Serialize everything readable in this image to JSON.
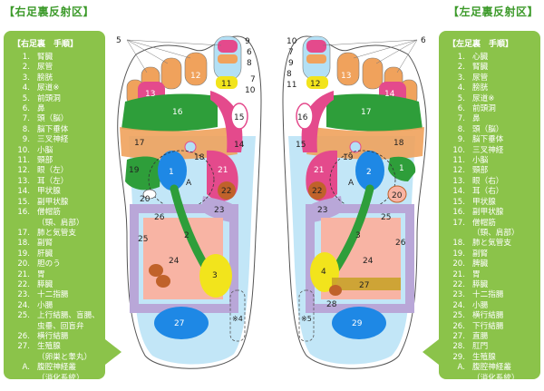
{
  "right_foot": {
    "title": "【右足裏反射区】",
    "legend_title": "【右足裏　手順】",
    "items": [
      {
        "num": "1.",
        "label": "腎臓"
      },
      {
        "num": "2.",
        "label": "尿管"
      },
      {
        "num": "3.",
        "label": "膀胱"
      },
      {
        "num": "4.",
        "label": "尿道※"
      },
      {
        "num": "5.",
        "label": "前頭洞"
      },
      {
        "num": "6.",
        "label": "鼻"
      },
      {
        "num": "7.",
        "label": "頭（脳）"
      },
      {
        "num": "8.",
        "label": "脳下垂体"
      },
      {
        "num": "9.",
        "label": "三叉神経"
      },
      {
        "num": "10.",
        "label": "小脳"
      },
      {
        "num": "11.",
        "label": "頸部"
      },
      {
        "num": "12.",
        "label": "眼（左）"
      },
      {
        "num": "13.",
        "label": "耳（左）"
      },
      {
        "num": "14.",
        "label": "甲状腺"
      },
      {
        "num": "15.",
        "label": "副甲状腺"
      },
      {
        "num": "16.",
        "label": "僧帽筋"
      },
      {
        "num": "",
        "label": "（頸、肩部）",
        "sub": true
      },
      {
        "num": "17.",
        "label": "肺と気管支"
      },
      {
        "num": "18.",
        "label": "副腎"
      },
      {
        "num": "19.",
        "label": "肝臓"
      },
      {
        "num": "20.",
        "label": "胆のう"
      },
      {
        "num": "21.",
        "label": "胃"
      },
      {
        "num": "22.",
        "label": "膵臓"
      },
      {
        "num": "23.",
        "label": "十二指腸"
      },
      {
        "num": "24.",
        "label": "小腸"
      },
      {
        "num": "25.",
        "label": "上行結腸、盲腸、"
      },
      {
        "num": "",
        "label": "虫垂、回盲弁",
        "sub": true
      },
      {
        "num": "26.",
        "label": "横行結腸"
      },
      {
        "num": "27.",
        "label": "生殖腺"
      },
      {
        "num": "",
        "label": "（卵巣と睾丸）",
        "sub": true
      },
      {
        "num": "A.",
        "label": "腹腔神経叢"
      },
      {
        "num": "",
        "label": "（消化系統）",
        "sub": true
      }
    ],
    "zone_labels": {
      "z1": "1",
      "z2": "2",
      "z3": "3",
      "z4": "※4",
      "z5": "5",
      "z9": "9",
      "z6": "6",
      "z8": "8",
      "z7": "7",
      "z10": "10",
      "z11": "11",
      "z12": "12",
      "z13": "13",
      "z14": "14",
      "z15": "15",
      "z16": "16",
      "z17": "17",
      "z18": "18",
      "z19": "19",
      "z20": "20",
      "z21": "21",
      "z22": "22",
      "z23": "23",
      "z24": "24",
      "z25": "25",
      "z26": "26",
      "z27": "27",
      "zA": "A"
    }
  },
  "left_foot": {
    "title": "【左足裏反射区】",
    "legend_title": "【左足裏　手順】",
    "items": [
      {
        "num": "1.",
        "label": "心臓"
      },
      {
        "num": "2.",
        "label": "腎臓"
      },
      {
        "num": "3.",
        "label": "尿管"
      },
      {
        "num": "4.",
        "label": "膀胱"
      },
      {
        "num": "5.",
        "label": "尿道※"
      },
      {
        "num": "6.",
        "label": "前頭洞"
      },
      {
        "num": "7.",
        "label": "鼻"
      },
      {
        "num": "8.",
        "label": "頭（脳）"
      },
      {
        "num": "9.",
        "label": "脳下垂体"
      },
      {
        "num": "10.",
        "label": "三叉神経"
      },
      {
        "num": "11.",
        "label": "小脳"
      },
      {
        "num": "12.",
        "label": "頸部"
      },
      {
        "num": "13.",
        "label": "眼（右）"
      },
      {
        "num": "14.",
        "label": "耳（右）"
      },
      {
        "num": "15.",
        "label": "甲状腺"
      },
      {
        "num": "16.",
        "label": "副甲状腺"
      },
      {
        "num": "17.",
        "label": "僧帽筋"
      },
      {
        "num": "",
        "label": "（頸、肩部）",
        "sub": true
      },
      {
        "num": "18.",
        "label": "肺と気管支"
      },
      {
        "num": "19.",
        "label": "副腎"
      },
      {
        "num": "20.",
        "label": "脾臓"
      },
      {
        "num": "21.",
        "label": "胃"
      },
      {
        "num": "22.",
        "label": "膵臓"
      },
      {
        "num": "23.",
        "label": "十二指腸"
      },
      {
        "num": "24.",
        "label": "小腸"
      },
      {
        "num": "25.",
        "label": "横行結腸"
      },
      {
        "num": "26.",
        "label": "下行結腸"
      },
      {
        "num": "27.",
        "label": "直腸"
      },
      {
        "num": "28.",
        "label": "肛門"
      },
      {
        "num": "29.",
        "label": "生殖腺"
      },
      {
        "num": "A.",
        "label": "腹腔神経叢"
      },
      {
        "num": "",
        "label": "（消化系統）",
        "sub": true
      }
    ],
    "zone_labels": {
      "z1": "1",
      "z2": "2",
      "z3": "3",
      "z4": "4",
      "z5": "※5",
      "z10": "10",
      "z7": "7",
      "z9": "9",
      "z8": "8",
      "z11": "11",
      "z6": "6",
      "z12": "12",
      "z13": "13",
      "z14": "14",
      "z15": "15",
      "z16": "16",
      "z17": "17",
      "z18": "18",
      "z19": "19",
      "z20": "20",
      "z21": "21",
      "z22": "22",
      "z23": "23",
      "z24": "24",
      "z25": "25",
      "z26": "26",
      "z27": "27",
      "z28": "28",
      "z29": "29",
      "zA": "A"
    }
  },
  "colors": {
    "panel": "#8bc34a",
    "title": "#3c9a2a",
    "blue": "#1e88e5",
    "light_blue": "#b3e0f5",
    "green": "#2e9e3a",
    "yellow": "#f2e41c",
    "pink": "#e44a8c",
    "orange": "#f0a25c",
    "peach": "#f8b4a4",
    "lavender": "#b9a7d8"
  }
}
